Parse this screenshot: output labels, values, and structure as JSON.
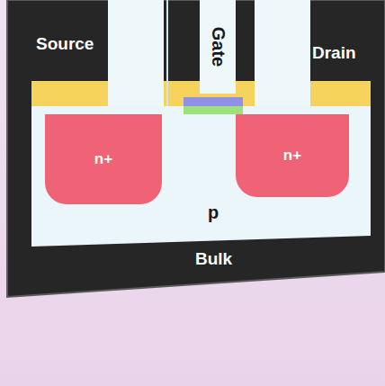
{
  "diagram": {
    "nodes": [
      {
        "text": [
          "p"
        ]
      },
      {
        "text": [
          "n+"
        ],
        "in": 0
      },
      {
        "text": [
          "n+"
        ],
        "in": 0
      },
      {
        "text": [
          "Gate"
        ]
      }
    ],
    "labels": [
      "Source",
      "Drain",
      "Bulk"
    ]
  }
}
